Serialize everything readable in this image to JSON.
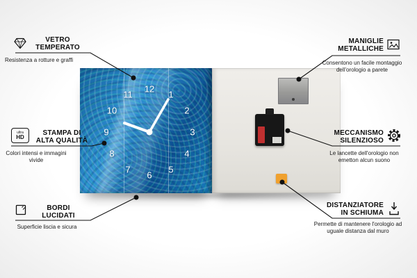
{
  "callouts": {
    "vetro": {
      "title1": "VETRO",
      "title2": "TEMPERATO",
      "sub": "Resistenza a rotture e graffi"
    },
    "stampa": {
      "title1": "STAMPA DI",
      "title2": "ALTA QUALITÀ",
      "sub": "Colori intensi e immagini vivide"
    },
    "bordi": {
      "title1": "BORDI",
      "title2": "LUCIDATI",
      "sub": "Superficie liscia e sicura"
    },
    "maniglie": {
      "title1": "MANIGLIE",
      "title2": "METALLICHE",
      "sub": "Consentono un facile montaggio dell'orologio a parete"
    },
    "meccanismo": {
      "title1": "MECCANISMO",
      "title2": "SILENZIOSO",
      "sub": "Le lancette dell'orologio non emetton alcun suono"
    },
    "distanziatore": {
      "title1": "DISTANZIATORE",
      "title2": "IN SCHIUMA",
      "sub": "Permette di mantenere l'orologio ad uguale distanza dal muro"
    }
  },
  "icons": {
    "ultra_label": "ultra",
    "hd_label": "HD"
  },
  "clock": {
    "numbers": [
      "12",
      "1",
      "2",
      "3",
      "4",
      "5",
      "6",
      "7",
      "8",
      "9",
      "10",
      "11"
    ]
  },
  "colors": {
    "line": "#111111",
    "clock_blue": "#1e7ec2",
    "back_panel": "#e9e7e2",
    "spacer_orange": "#f0a12e",
    "battery_red": "#c03030",
    "hands_white": "#ffffff"
  }
}
